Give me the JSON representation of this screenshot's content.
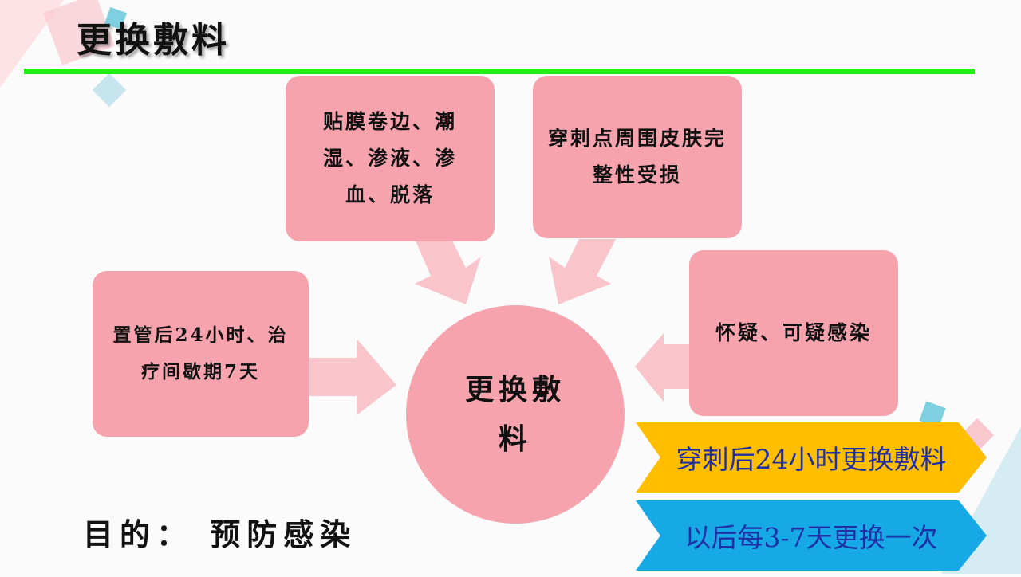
{
  "slide": {
    "title": "更换敷料",
    "center_label": "更换敷料",
    "boxes": {
      "top_left": "贴膜卷边、潮湿、渗液、渗血、脱落",
      "top_right": "穿刺点周围皮肤完整性受损",
      "left": "置管后24小时、治疗间歇期7天",
      "right": "怀疑、可疑感染"
    },
    "banners": {
      "first": "穿刺后24小时更换敷料",
      "second": "以后每3-7天更换一次"
    },
    "purpose": "目的：  预防感染"
  },
  "colors": {
    "box_fill": "#f6a3ad",
    "arrow_fill": "#f9c5cb",
    "rule": "#22ee11",
    "banner_yellow": "#ffbf00",
    "banner_blue": "#16a9e6",
    "banner_text": "#1f2fa5"
  }
}
